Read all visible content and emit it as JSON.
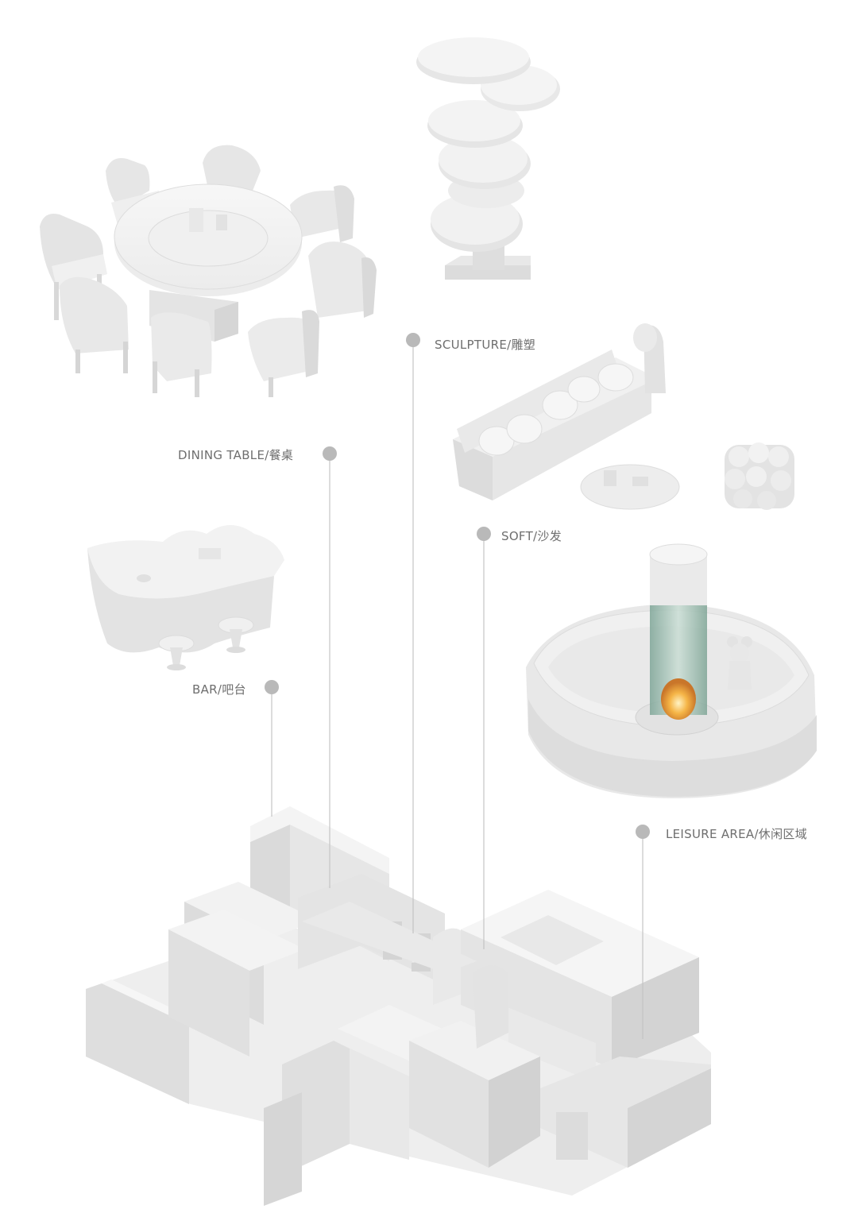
{
  "labels": {
    "sculpture": "SCULPTURE/雕塑",
    "dining_table": "DINING TABLE/餐桌",
    "soft": "SOFT/沙发",
    "bar": "BAR/吧台",
    "leisure_area": "LEISURE AREA/休闲区域"
  },
  "colors": {
    "background": "#ffffff",
    "model_light": "#f3f3f3",
    "model_mid": "#e2e2e2",
    "model_dark": "#c9c9c9",
    "marker": "#b9b9b9",
    "leader_line": "#c4c4c4",
    "label_text": "#6e6e6e",
    "glass": "#8fb5a6",
    "fire": "#f2b24a"
  }
}
